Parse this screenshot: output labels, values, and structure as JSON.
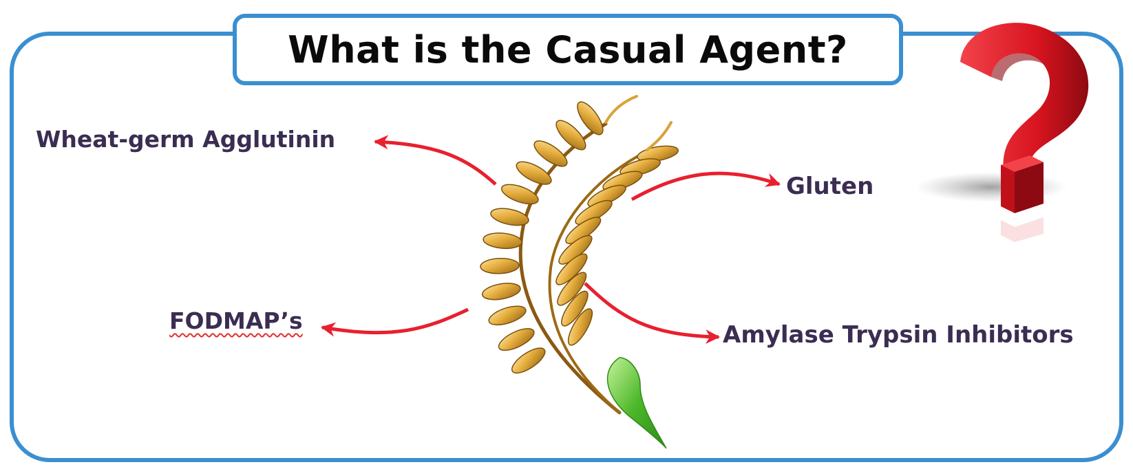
{
  "title": "What is the Casual Agent?",
  "center": {
    "icon": "wheat-icon"
  },
  "agents": {
    "wheat_germ": "Wheat-germ Agglutinin",
    "gluten": "Gluten",
    "fodmaps": "FODMAP’s",
    "ati": "Amylase Trypsin Inhibitors"
  },
  "decoration": {
    "icon": "question-mark-icon"
  },
  "colors": {
    "frame": "#3a8fd1",
    "arrow": "#e8202f",
    "label": "#3b2d52",
    "wheat": "#e0a93a",
    "leaf": "#4cb82a",
    "question": "#d8141f"
  }
}
